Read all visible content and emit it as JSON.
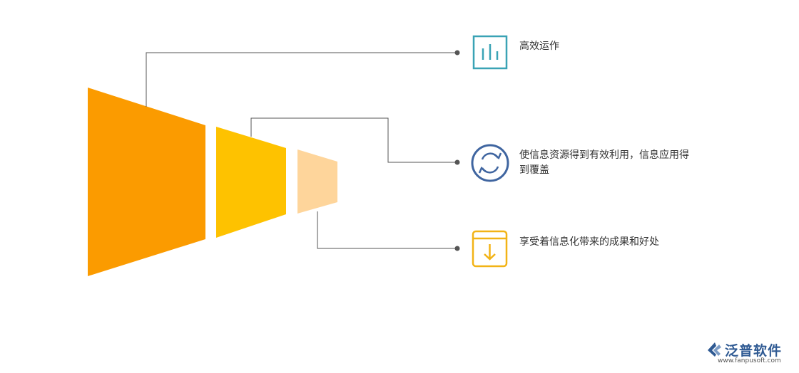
{
  "colors": {
    "segment_1": "#fb9b00",
    "segment_2": "#fec200",
    "segment_3": "#fed59b",
    "connector": "#555555",
    "icon_teal": "#3aa3b5",
    "icon_blue": "#3f65a0",
    "icon_gold": "#f2b316",
    "logo_blue": "#2f5a93"
  },
  "items": [
    {
      "icon": "bar-chart-icon",
      "label": "高效运作"
    },
    {
      "icon": "refresh-cycle-icon",
      "label": "使信息资源得到有效利用，信息应用得到覆盖"
    },
    {
      "icon": "download-box-icon",
      "label": "享受着信息化带来的成果和好处"
    }
  ],
  "logo": {
    "name": "泛普软件",
    "url": "www.fanpusoft.com"
  }
}
